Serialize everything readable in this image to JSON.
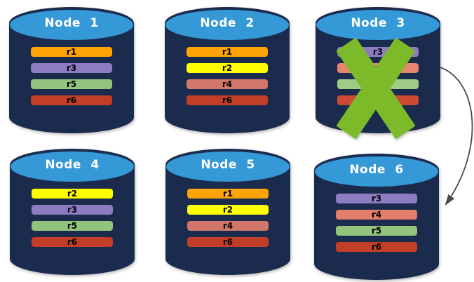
{
  "diagram": {
    "description_arrow": {
      "from": "Node 3",
      "to": "Node 6"
    }
  },
  "colors": {
    "background": "#FFFFFF",
    "cylinder_body": "#1B2B4E",
    "cylinder_top": "#3598D7",
    "node_label": "#FFFFFF",
    "replica_label": "#000000",
    "x_mark": "#7CBA29",
    "arrow": "#4A4A4A"
  },
  "nodes": [
    {
      "name": "Node 1",
      "failed": false,
      "replicas": [
        {
          "id": "r1",
          "color": "#FCA306"
        },
        {
          "id": "r3",
          "color": "#8E7CC3"
        },
        {
          "id": "r5",
          "color": "#93C47D"
        },
        {
          "id": "r6",
          "color": "#C33E27"
        }
      ]
    },
    {
      "name": "Node 2",
      "failed": false,
      "replicas": [
        {
          "id": "r1",
          "color": "#FCA306"
        },
        {
          "id": "r2",
          "color": "#FFFF00"
        },
        {
          "id": "r4",
          "color": "#D1766B"
        },
        {
          "id": "r6",
          "color": "#C33E27"
        }
      ]
    },
    {
      "name": "Node 3",
      "failed": true,
      "replicas": [
        {
          "id": "r3",
          "color": "#8E7CC3"
        },
        {
          "id": "r4",
          "color": "#E8856F"
        },
        {
          "id": "r5",
          "color": "#9FCD88"
        },
        {
          "id": "r6",
          "color": "#CE4933"
        }
      ]
    },
    {
      "name": "Node 4",
      "failed": false,
      "replicas": [
        {
          "id": "r2",
          "color": "#FFFF00"
        },
        {
          "id": "r3",
          "color": "#8E7CC3"
        },
        {
          "id": "r5",
          "color": "#93C47D"
        },
        {
          "id": "r6",
          "color": "#C33E27"
        }
      ]
    },
    {
      "name": "Node 5",
      "failed": false,
      "replicas": [
        {
          "id": "r1",
          "color": "#FCA306"
        },
        {
          "id": "r2",
          "color": "#FFFF00"
        },
        {
          "id": "r4",
          "color": "#D1766B"
        },
        {
          "id": "r6",
          "color": "#C33E27"
        }
      ]
    },
    {
      "name": "Node 6",
      "failed": false,
      "replicas": [
        {
          "id": "r3",
          "color": "#8E7CC3"
        },
        {
          "id": "r4",
          "color": "#E27E69"
        },
        {
          "id": "r5",
          "color": "#93C47D"
        },
        {
          "id": "r6",
          "color": "#C33E27"
        }
      ]
    }
  ]
}
